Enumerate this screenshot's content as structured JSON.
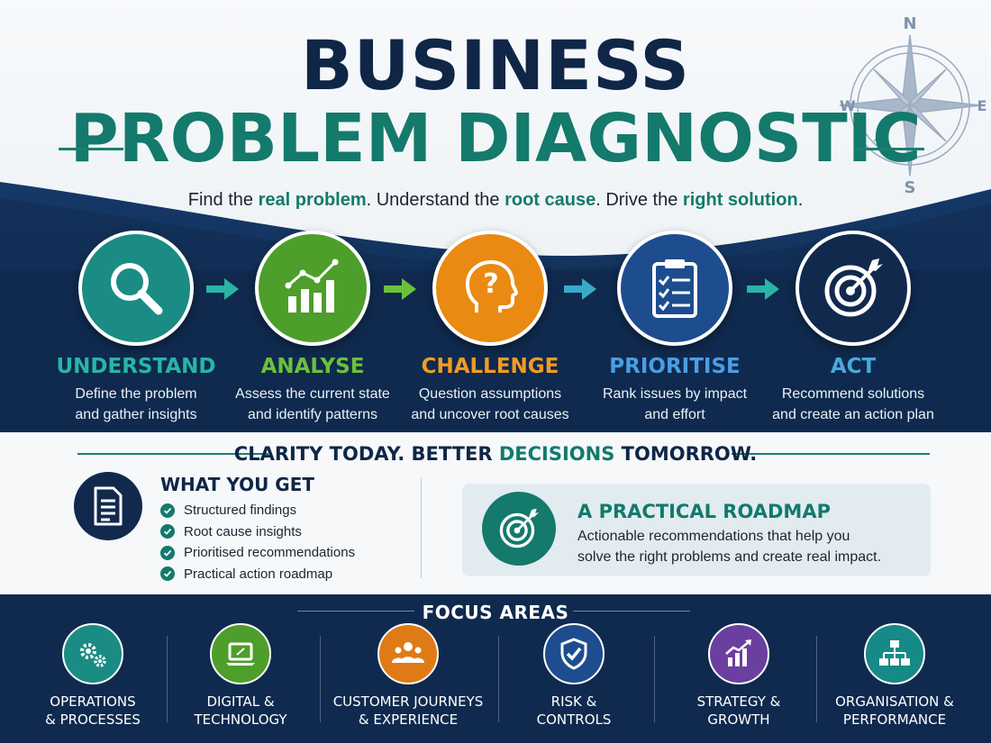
{
  "header": {
    "title_line1": "BUSINESS",
    "title_line2": "PROBLEM DIAGNOSTIC",
    "tagline": {
      "part1": "Find the ",
      "hl1": "real problem",
      "part2": ". Understand the ",
      "hl2": "root cause",
      "part3": ". Drive the ",
      "hl3": "right solution",
      "part4": "."
    },
    "compass": {
      "n": "N",
      "e": "E",
      "s": "S",
      "w": "W"
    }
  },
  "steps": [
    {
      "title": "UNDERSTAND",
      "desc_line1": "Define the problem",
      "desc_line2": "and gather insights",
      "color": "#1a8c84",
      "title_color": "#29b5a6",
      "icon": "magnifier-icon"
    },
    {
      "title": "ANALYSE",
      "desc_line1": "Assess the current state",
      "desc_line2": "and identify patterns",
      "color": "#4d9e2a",
      "title_color": "#6cc13a",
      "icon": "bar-chart-icon"
    },
    {
      "title": "CHALLENGE",
      "desc_line1": "Question assumptions",
      "desc_line2": "and uncover root causes",
      "color": "#ea8a12",
      "title_color": "#f29b23",
      "icon": "head-question-icon"
    },
    {
      "title": "PRIORITISE",
      "desc_line1": "Rank issues by impact",
      "desc_line2": "and effort",
      "color": "#1d4d8f",
      "title_color": "#4b9ee4",
      "icon": "clipboard-checklist-icon"
    },
    {
      "title": "ACT",
      "desc_line1": "Recommend solutions",
      "desc_line2": "and create an action plan",
      "color": "#11294d",
      "title_color": "#48a9dc",
      "icon": "target-arrow-icon"
    }
  ],
  "clarity": {
    "part1": "CLARITY TODAY.  BETTER ",
    "hl": "DECISIONS",
    "part2": " TOMORROW."
  },
  "what_you_get": {
    "title": "WHAT YOU GET",
    "items": [
      "Structured findings",
      "Root cause insights",
      "Prioritised recommendations",
      "Practical action roadmap"
    ],
    "icon": "document-icon"
  },
  "roadmap": {
    "title": "A PRACTICAL ROADMAP",
    "desc_line1": "Actionable recommendations that help you",
    "desc_line2": "solve the right problems and create real impact.",
    "icon": "target-arrow-icon"
  },
  "focus": {
    "title": "FOCUS AREAS",
    "items": [
      {
        "label": "OPERATIONS\n& PROCESSES",
        "color": "#1a8c84",
        "icon": "gears-icon"
      },
      {
        "label": "DIGITAL &\nTECHNOLOGY",
        "color": "#4d9e2a",
        "icon": "laptop-icon"
      },
      {
        "label": "CUSTOMER JOURNEYS\n& EXPERIENCE",
        "color": "#e07a17",
        "icon": "people-icon"
      },
      {
        "label": "RISK &\nCONTROLS",
        "color": "#1d4d8f",
        "icon": "shield-check-icon"
      },
      {
        "label": "STRATEGY &\nGROWTH",
        "color": "#6b3fa0",
        "icon": "growth-chart-icon"
      },
      {
        "label": "ORGANISATION &\nPERFORMANCE",
        "color": "#158a86",
        "icon": "org-chart-icon"
      }
    ]
  },
  "colors": {
    "navy": "#0f2a4e",
    "teal": "#137a6c",
    "title_navy": "#0f2647"
  }
}
